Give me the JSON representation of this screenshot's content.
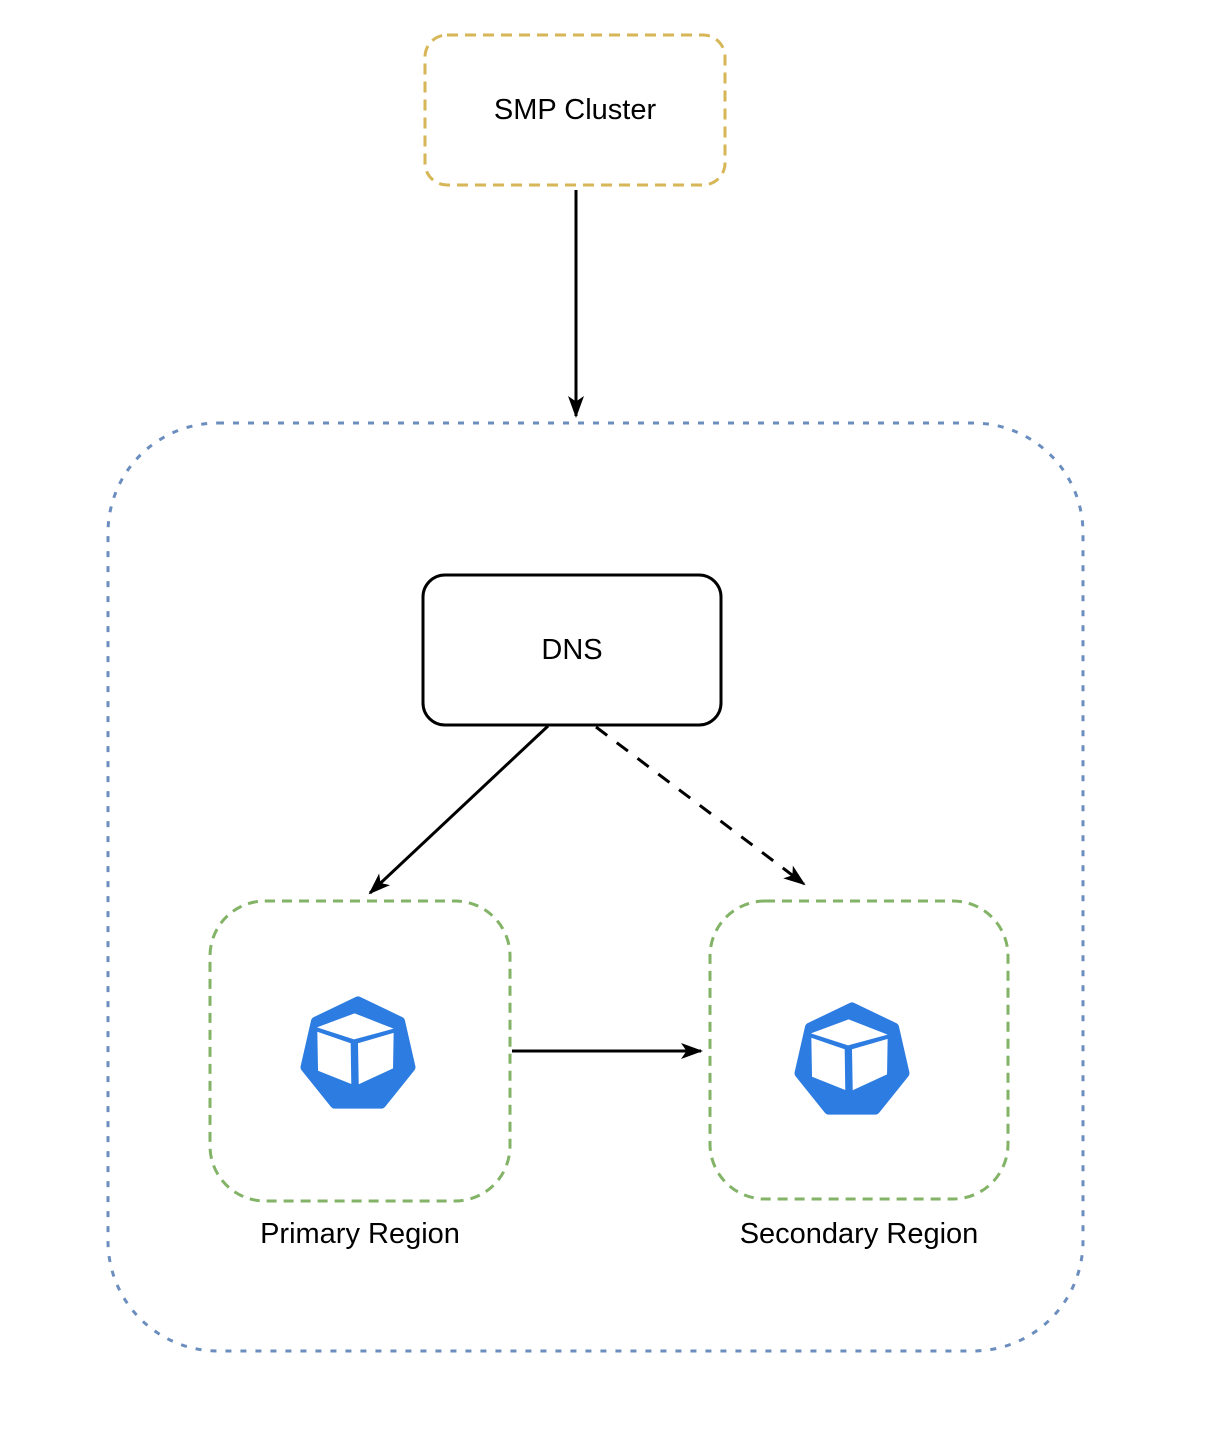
{
  "nodes": {
    "smp_cluster": {
      "label": "SMP Cluster"
    },
    "dns": {
      "label": "DNS"
    },
    "primary_region": {
      "label": "Primary Region",
      "icon": "cube-heptagon-icon"
    },
    "secondary_region": {
      "label": "Secondary Region",
      "icon": "cube-heptagon-icon"
    }
  },
  "edges": [
    {
      "from": "smp-cluster",
      "to": "regions-container",
      "style": "solid",
      "direction": "down"
    },
    {
      "from": "dns",
      "to": "primary-region",
      "style": "solid",
      "direction": "down-left"
    },
    {
      "from": "dns",
      "to": "secondary-region",
      "style": "dashed",
      "direction": "down-right"
    },
    {
      "from": "primary-region",
      "to": "secondary-region",
      "style": "solid",
      "direction": "right"
    }
  ],
  "colors": {
    "smp_border": "#D6B656",
    "container_border": "#6C8EBF",
    "region_border": "#82B366",
    "dns_border": "#000000",
    "icon_blue": "#2D7CE1",
    "arrow": "#000000",
    "text": "#000000",
    "background": "#FFFFFF"
  }
}
